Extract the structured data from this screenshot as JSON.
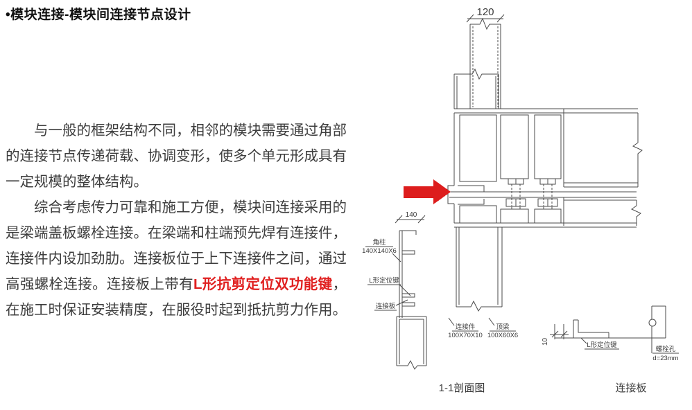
{
  "title": "•模块连接-模块间连接节点设计",
  "body": {
    "p1": "与一般的框架结构不同，相邻的模块需要通过角部的连接节点传递荷载、协调变形，使多个单元形成具有一定规模的整体结构。",
    "p2_before": "综合考虑传力可靠和施工方便，模块间连接采用的是梁端盖板螺栓连接。在梁端和柱端预先焊有连接件，连接件内设加劲肋。连接板位于上下连接件之间，通过高强螺栓连接。连接板上带有",
    "p2_highlight": "L形抗剪定位双功能键",
    "p2_after": "，在施工时保证安装精度，在服役时起到抵抗剪力作用。"
  },
  "drawing": {
    "dims": {
      "d120": "120",
      "d140": "140",
      "d10": "10"
    },
    "labels": {
      "corner_column": "角柱",
      "corner_column_size": "140X140X6",
      "l_key_section": "L形定位键",
      "plate_section": "连接板",
      "connector": "连接件",
      "connector_size": "100X70X10",
      "top_beam": "顶梁",
      "top_beam_size": "100X60X6",
      "l_key_detail": "L形定位键",
      "bolt_hole": "螺栓孔",
      "bolt_hole_size": "d=23mm"
    },
    "captions": {
      "section": "1-1剖面图",
      "plate": "连接板"
    }
  },
  "colors": {
    "accent_red": "#dd1d1d",
    "line": "#4a4a4a",
    "text": "#3d3d3d"
  }
}
